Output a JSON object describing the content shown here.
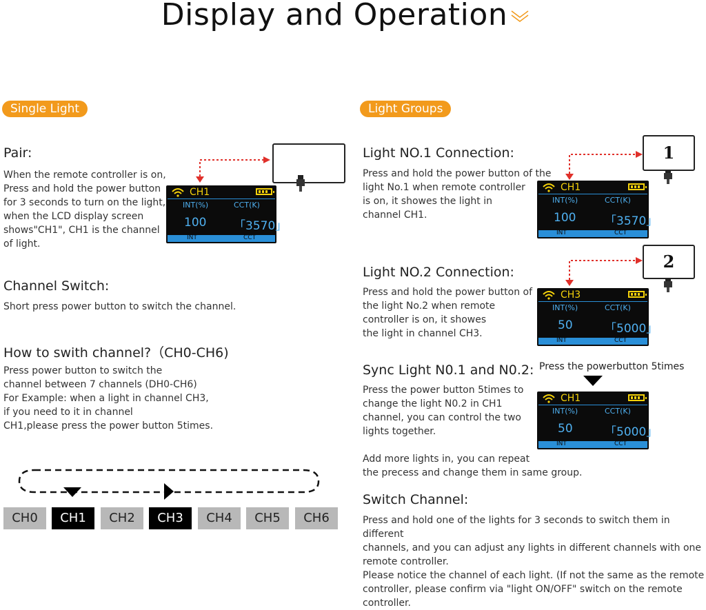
{
  "page": {
    "title": "Display and Operation"
  },
  "single": {
    "tag": "Single Light",
    "pair_heading": "Pair:",
    "pair_text": "When the remote controller is on,\nPress and hold the power button\nfor 3 seconds to turn on the light,\nwhen the LCD display screen\nshows\"CH1\",  CH1 is the channel\nof light.",
    "switch_heading": "Channel Switch:",
    "switch_text": "Short press power button to switch the channel.",
    "how_heading": "How to swith channel?（CH0-CH6)",
    "how_text": "Press power button to switch the\nchannel between 7 channels (DH0-CH6)\nFor Example: when a light in channel CH3,\nif you need to it in channel\nCH1,please press the power button 5times.",
    "channels": [
      "CH0",
      "CH1",
      "CH2",
      "CH3",
      "CH4",
      "CH5",
      "CH6"
    ],
    "channel_states": [
      "off",
      "on",
      "off",
      "on",
      "off",
      "off",
      "off"
    ]
  },
  "groups": {
    "tag": "Light Groups",
    "l1_heading": "Light NO.1 Connection:",
    "l1_text": "Press and hold the power button of the\nlight No.1 when remote controller\nis on, it showes the light in\nchannel CH1.",
    "l1_number": "1",
    "l2_heading": "Light NO.2 Connection:",
    "l2_text": "Press and hold the power button of\nthe light No.2 when remote\ncontroller is on, it showes\nthe light in channel CH3.",
    "l2_number": "2",
    "sync_heading": "Sync Light N0.1 and N0.2:",
    "sync_hint": "Press the powerbutton 5times",
    "sync_text": "Press the power button 5times to\nchange the light N0.2 in CH1\nchannel, you can control the two\nlights together.",
    "add_text": "Add more lights in, you can repeat\nthe precess and change them in same group.",
    "switch_heading": "Switch Channel:",
    "switch_text": "Press and hold one of the lights for 3 seconds to switch them in different\nchannels, and you can adjust any lights in different channels with one\nremote controller.",
    "notice_text": "Please notice the channel of each light. (If not the same as the remote\ncontroller, please confirm via \"light ON/OFF\" switch on the remote\ncontroller."
  },
  "lcd": {
    "int_label": "INT(%)",
    "cct_label": "CCT(K)",
    "int_bar": "INT",
    "cct_bar": "CCT",
    "screens": [
      {
        "channel": "CH1",
        "int": "100",
        "cct": "3570"
      },
      {
        "channel": "CH1",
        "int": "100",
        "cct": "3570"
      },
      {
        "channel": "CH3",
        "int": "50",
        "cct": "5000"
      },
      {
        "channel": "CH1",
        "int": "50",
        "cct": "5000"
      }
    ]
  },
  "colors": {
    "accent": "#f29a1c",
    "lcd_yellow": "#f5d20a",
    "lcd_blue": "#4fb0f0",
    "arrow_red": "#e0302a"
  }
}
